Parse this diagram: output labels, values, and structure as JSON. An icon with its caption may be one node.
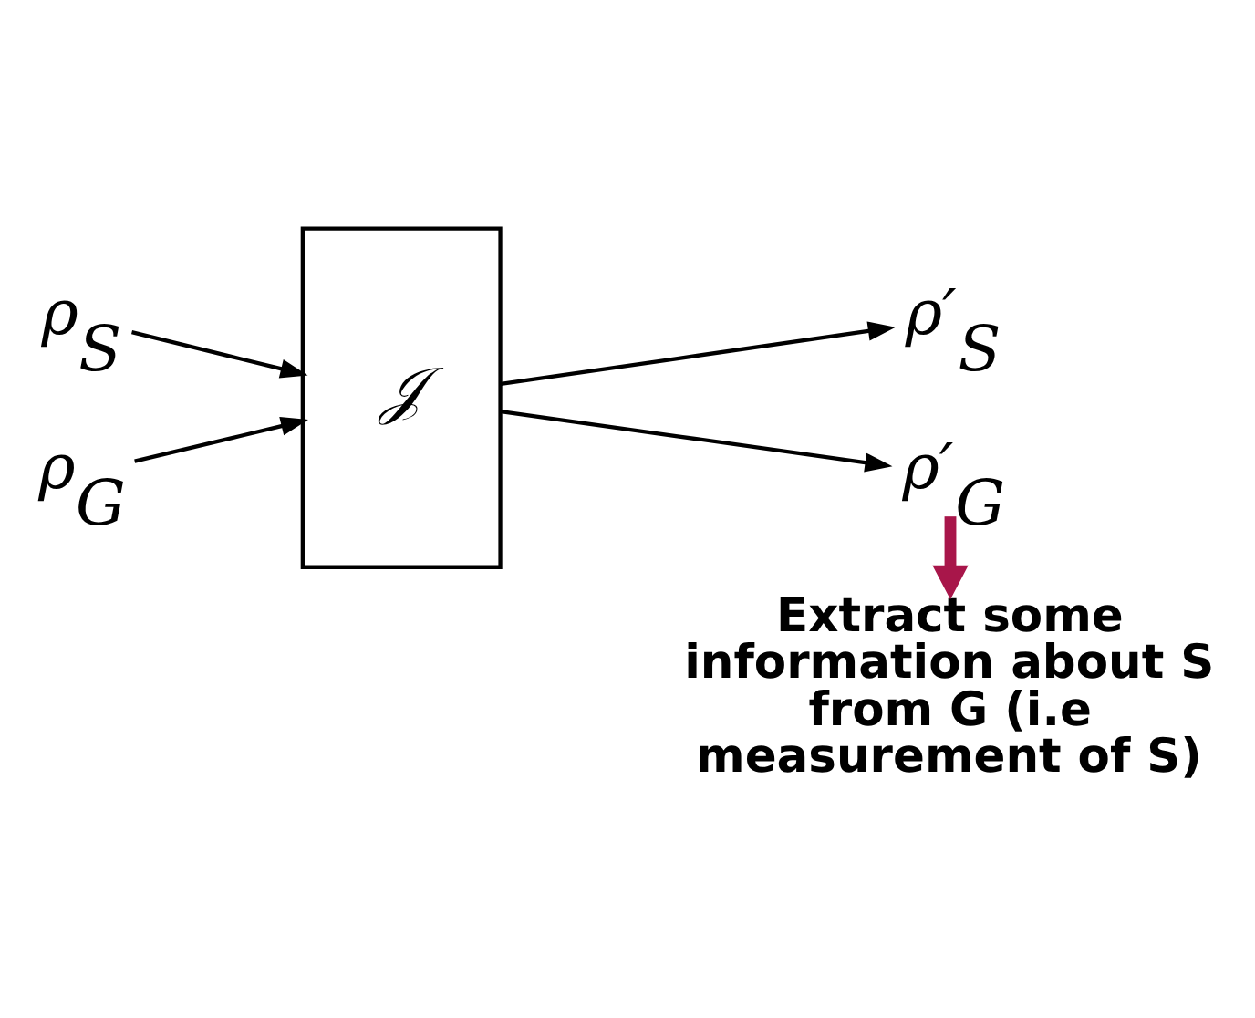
{
  "diagram": {
    "nodes": [
      {
        "text": [
          "ρ$_{S}$"
        ]
      },
      {
        "text": [
          "ρ$_{G}$"
        ]
      },
      {
        "text": [
          "𝒥"
        ]
      },
      {
        "text": [
          "ρ′$_{S}$"
        ]
      },
      {
        "text": [
          "ρ′$_{G}$"
        ]
      },
      {
        "text": [
          "Extract some information about S from G (i.e measurement of S)"
        ]
      }
    ],
    "edges": [
      {
        "from": 0,
        "to": 2,
        "arrow": "to"
      },
      {
        "from": 1,
        "to": 2,
        "arrow": "to"
      },
      {
        "from": 2,
        "to": 3,
        "arrow": "to"
      },
      {
        "from": 2,
        "to": 4,
        "arrow": "to"
      },
      {
        "from": 4,
        "to": 5,
        "arrow": "to",
        "style": "thick",
        "color": "#a8164a"
      }
    ]
  }
}
